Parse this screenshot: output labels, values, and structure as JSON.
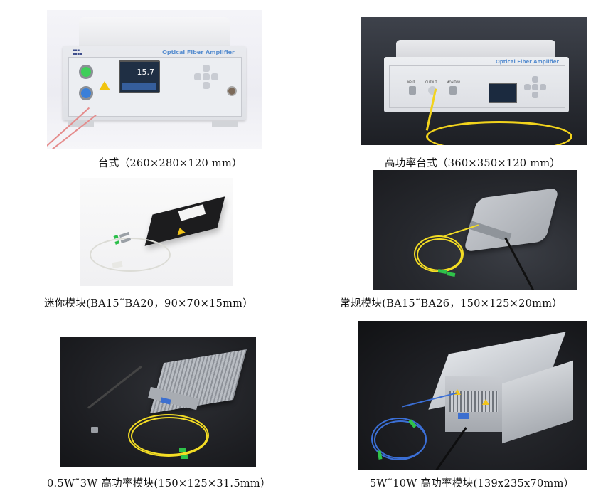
{
  "products": [
    {
      "id": "benchtop",
      "caption": "台式（260×280×120 mm）",
      "photo": {
        "description": "benchtop optical fiber amplifier, white background",
        "panel_title": "Optical Fiber Amplifier",
        "display_value": "15.7",
        "background": "#f0f0f4"
      }
    },
    {
      "id": "high-power-benchtop",
      "caption": "高功率台式（360×350×120 mm）",
      "photo": {
        "description": "high-power benchtop optical fiber amplifier, dark background",
        "panel_title": "Optical Fiber Amplifier",
        "port_labels": [
          "INPUT",
          "OUTPUT",
          "MONITOR"
        ],
        "background": "#2b2e35"
      }
    },
    {
      "id": "mini-module",
      "caption": "迷你模块(BA15˜BA20，90×70×15mm）",
      "photo": {
        "description": "black mini amplifier module with white fiber pigtails",
        "background": "#f6f6f6"
      }
    },
    {
      "id": "standard-module",
      "caption": "常规模块(BA15˜BA26，150×125×20mm）",
      "photo": {
        "description": "aluminum standard amplifier module with yellow fiber pigtails",
        "background": "#26282d"
      }
    },
    {
      "id": "high-power-module-0.5-3w",
      "caption": "0.5W˜3W 高功率模块(150×125×31.5mm）",
      "photo": {
        "description": "heatsink high-power amplifier module with yellow fibers",
        "background": "#1e1f23"
      }
    },
    {
      "id": "high-power-module-5-10w",
      "caption": "5W˜10W 高功率模块(139x235x70mm）",
      "photo": {
        "description": "large aluminum high-power amplifier with blue armored fibers",
        "background": "#1b1c20"
      }
    }
  ]
}
